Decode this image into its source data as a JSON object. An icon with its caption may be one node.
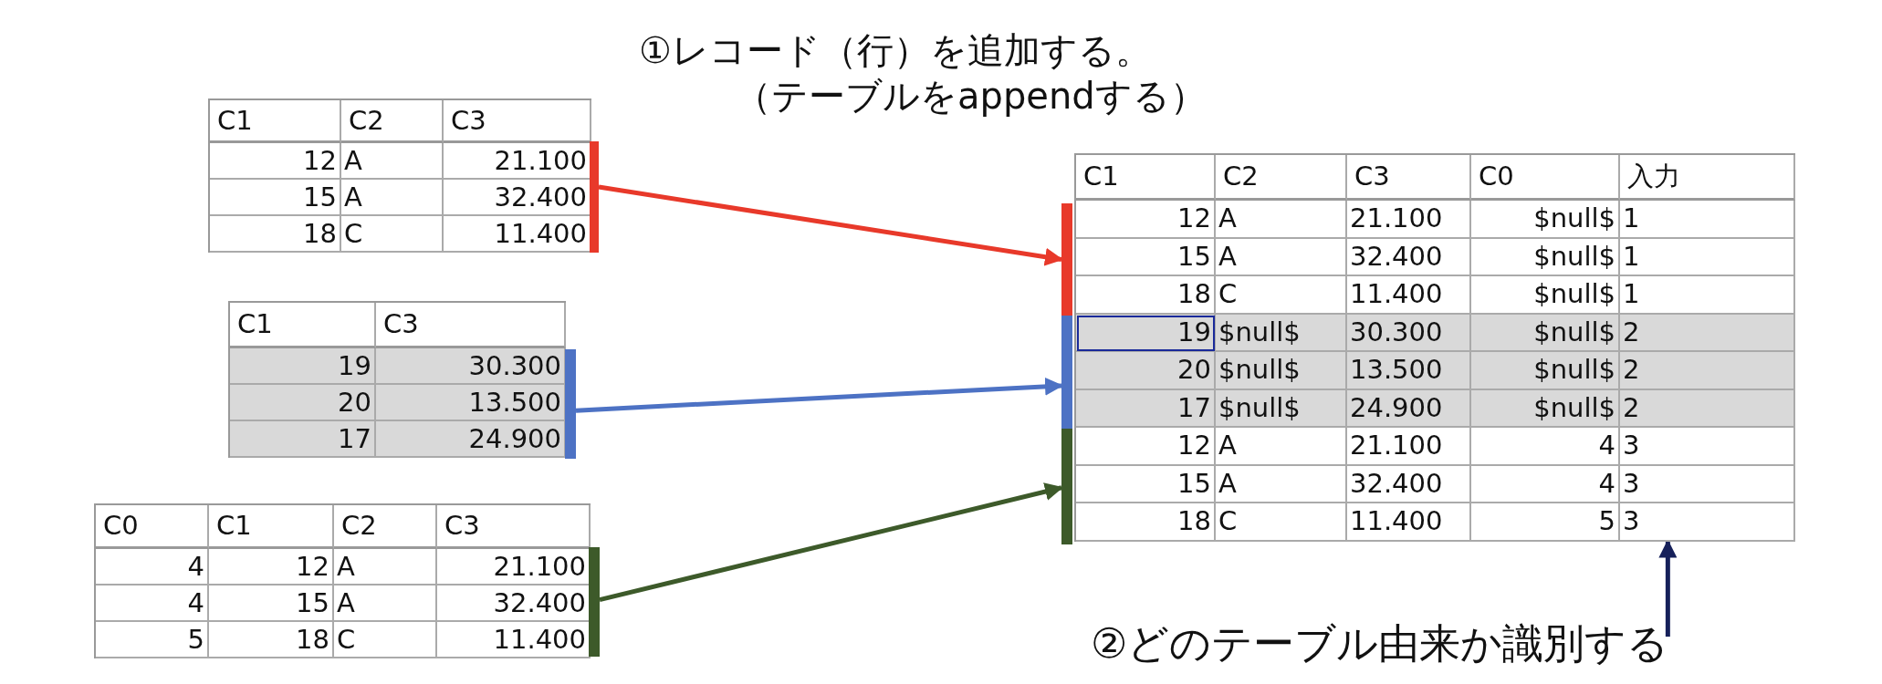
{
  "diagram": {
    "title": "①レコード（行）を追加する。",
    "nodes": [
      {
        "text": [
          "C1",
          "C2",
          "C3",
          "12",
          "A",
          "21.100",
          "15",
          "A",
          "32.400",
          "18",
          "C",
          "11.400"
        ]
      },
      {
        "text": [],
        "shape": "bar"
      },
      {
        "text": [
          "C1",
          "C3",
          "19",
          "30.300",
          "20",
          "13.500",
          "17",
          "24.900"
        ]
      },
      {
        "text": [],
        "shape": "bar"
      },
      {
        "text": [
          "C0",
          "C1",
          "C2",
          "C3",
          "4",
          "12",
          "A",
          "21.100",
          "4",
          "15",
          "A",
          "32.400",
          "5",
          "18",
          "C",
          "11.400"
        ]
      },
      {
        "text": [],
        "shape": "bar"
      },
      {
        "text": [
          "C1",
          "C2",
          "C3",
          "C0",
          "入力",
          "12",
          "A",
          "21.100",
          "$null$",
          "1",
          "15",
          "A",
          "32.400",
          "$null$",
          "1",
          "18",
          "C",
          "11.400",
          "$null$",
          "1",
          "19",
          "$null$",
          "30.300",
          "$null$",
          "2",
          "20",
          "$null$",
          "13.500",
          "$null$",
          "2",
          "17",
          "$null$",
          "24.900",
          "$null$",
          "2",
          "12",
          "A",
          "21.100",
          "4",
          "3",
          "15",
          "A",
          "32.400",
          "4",
          "3",
          "18",
          "C",
          "11.400",
          "5",
          "3"
        ]
      },
      {
        "text": [],
        "shape": "bar"
      },
      {
        "text": [],
        "shape": "bar"
      },
      {
        "text": [],
        "shape": "bar"
      },
      {
        "text": [
          "②どのテーブル由来か識別する"
        ]
      }
    ],
    "edges": [
      {
        "from": 1,
        "to": 7,
        "arrow": "to",
        "color": "#e8392a"
      },
      {
        "from": 3,
        "to": 8,
        "arrow": "to",
        "color": "#4d72c4"
      },
      {
        "from": 5,
        "to": 9,
        "arrow": "to",
        "color": "#3d5a2a"
      },
      {
        "from": 10,
        "to": 6,
        "arrow": "to",
        "color": "#16205a"
      }
    ],
    "labels": [
      "（テーブルをappendする）"
    ]
  }
}
